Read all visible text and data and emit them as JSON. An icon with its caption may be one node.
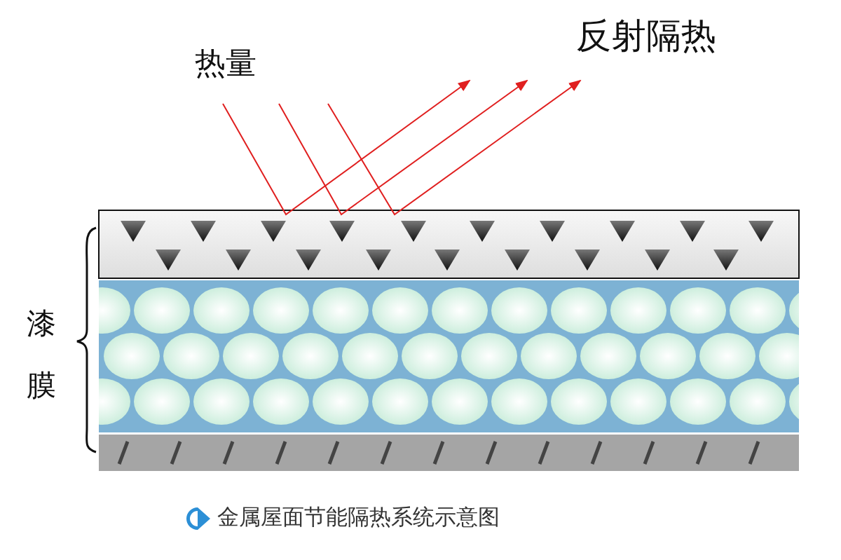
{
  "diagram": {
    "caption": "金属屋面节能隔热系统示意图",
    "labels": [
      "热量",
      "反射隔热",
      "漆膜"
    ]
  }
}
